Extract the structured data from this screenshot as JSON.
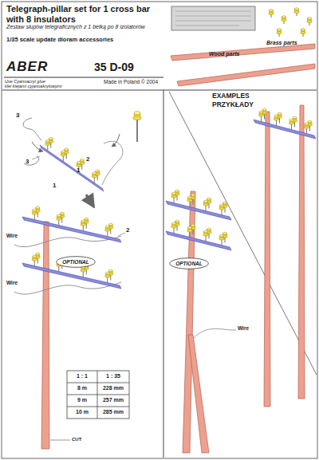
{
  "diagram": {
    "title": "Telegraph-pillar set for 1 cross bar with 8 insulators",
    "nodes": [
      {
        "text": [
          "OPTIONAL"
        ]
      },
      {
        "text": [
          "OPTIONAL"
        ]
      }
    ],
    "edges": [],
    "labels": [
      "Zestaw słupów telegraficznych z 1 belką po 8 izolatorów",
      "1/35 scale update dioram accessories",
      "ABER",
      "35 D-09",
      "Use Cyanoacryl glue",
      "klei klejami cyjanoakrylowymi",
      "Made in Poland © 2004",
      "Brass parts",
      "Wood parts",
      "3",
      "2",
      "3",
      "1",
      "1",
      "2",
      "Wire",
      "Wire",
      "EXAMPLES",
      "PRZYKŁADY",
      "Wire",
      "1 : 1",
      "1 : 35",
      "8 m",
      "228 mm",
      "9 m",
      "257 mm",
      "10 m",
      "285 mm",
      "CUT"
    ]
  }
}
